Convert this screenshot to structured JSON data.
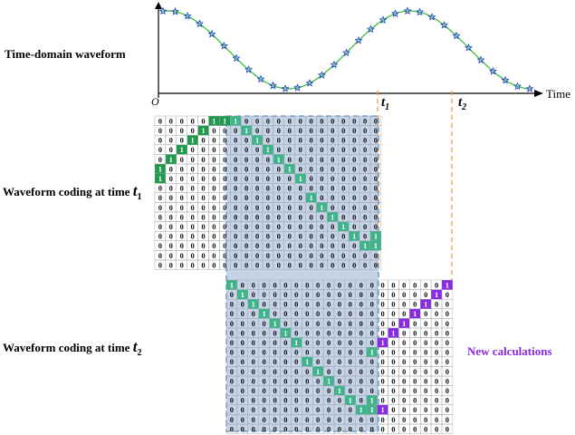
{
  "labels": {
    "time_domain": "Time-domain waveform",
    "coding_t1_prefix": "Waveform coding at time ",
    "coding_t2_prefix": "Waveform coding at time ",
    "t_symbol": "t",
    "t1_sub": "1",
    "t2_sub": "2",
    "axis_time": "Time",
    "origin": "O",
    "new_calc": "New calculations"
  },
  "grid": {
    "zero": "0",
    "one": "1",
    "rows": 16,
    "grid1_cols": 21,
    "grid2_cols": 21,
    "overlap_cols": 14,
    "grid1_ones": [
      [
        0,
        5
      ],
      [
        0,
        6
      ],
      [
        1,
        4
      ],
      [
        2,
        3
      ],
      [
        3,
        2
      ],
      [
        4,
        1
      ],
      [
        5,
        0
      ],
      [
        6,
        0
      ],
      [
        0,
        7
      ],
      [
        1,
        8
      ],
      [
        2,
        9
      ],
      [
        3,
        10
      ],
      [
        4,
        11
      ],
      [
        5,
        12
      ],
      [
        6,
        13
      ],
      [
        8,
        14
      ],
      [
        9,
        15
      ],
      [
        10,
        16
      ],
      [
        11,
        17
      ],
      [
        12,
        18
      ],
      [
        12,
        20
      ],
      [
        13,
        19
      ],
      [
        13,
        20
      ],
      [
        13,
        21
      ]
    ],
    "grid2_ones": [
      [
        0,
        0
      ],
      [
        1,
        1
      ],
      [
        2,
        2
      ],
      [
        3,
        3
      ],
      [
        4,
        4
      ],
      [
        5,
        5
      ],
      [
        6,
        6
      ],
      [
        8,
        7
      ],
      [
        9,
        8
      ],
      [
        10,
        9
      ],
      [
        11,
        10
      ],
      [
        12,
        11
      ],
      [
        12,
        13
      ],
      [
        13,
        12
      ],
      [
        13,
        13
      ],
      [
        13,
        14
      ],
      [
        0,
        20
      ],
      [
        1,
        19
      ],
      [
        2,
        18
      ],
      [
        3,
        17
      ],
      [
        4,
        16
      ],
      [
        5,
        15
      ],
      [
        6,
        14
      ],
      [
        7,
        13
      ]
    ]
  },
  "colors": {
    "wave_line": "#33bb33",
    "wave_marker": "#2244cc",
    "highlight_fill": "#b8c8e0",
    "highlight_border": "#5a8fc0",
    "one_green": "#1f9a4a",
    "one_green_light": "#3fb38a",
    "new_calc": "#8a2be2",
    "guide": "#e09a55"
  }
}
